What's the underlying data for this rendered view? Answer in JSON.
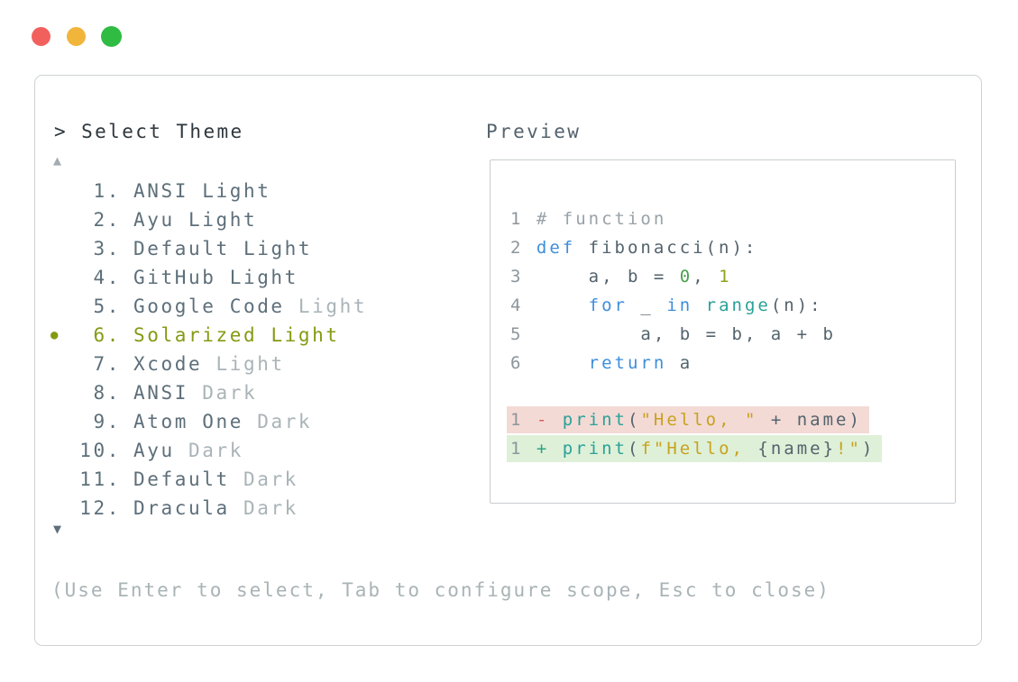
{
  "window_controls": {
    "buttons": [
      {
        "name": "close",
        "color": "#f2605e"
      },
      {
        "name": "minimize",
        "color": "#f1b53b"
      },
      {
        "name": "zoom",
        "color": "#30bb43"
      }
    ]
  },
  "picker": {
    "title": "> Select Theme",
    "scroll_up": "▲",
    "scroll_down": "▼",
    "selected_bullet": "●",
    "help": "(Use Enter to select, Tab to configure scope, Esc to close)",
    "items": [
      {
        "num": "1.",
        "name": "ANSI",
        "variant": "Light",
        "dimmed": false,
        "selected": false
      },
      {
        "num": "2.",
        "name": "Ayu",
        "variant": "Light",
        "dimmed": false,
        "selected": false
      },
      {
        "num": "3.",
        "name": "Default",
        "variant": "Light",
        "dimmed": false,
        "selected": false
      },
      {
        "num": "4.",
        "name": "GitHub",
        "variant": "Light",
        "dimmed": false,
        "selected": false
      },
      {
        "num": "5.",
        "name": "Google Code",
        "variant": "Light",
        "dimmed": true,
        "selected": false
      },
      {
        "num": "6.",
        "name": "Solarized",
        "variant": "Light",
        "dimmed": false,
        "selected": true
      },
      {
        "num": "7.",
        "name": "Xcode",
        "variant": "Light",
        "dimmed": true,
        "selected": false
      },
      {
        "num": "8.",
        "name": "ANSI",
        "variant": "Dark",
        "dimmed": true,
        "selected": false
      },
      {
        "num": "9.",
        "name": "Atom One",
        "variant": "Dark",
        "dimmed": true,
        "selected": false
      },
      {
        "num": "10.",
        "name": "Ayu",
        "variant": "Dark",
        "dimmed": true,
        "selected": false
      },
      {
        "num": "11.",
        "name": "Default",
        "variant": "Dark",
        "dimmed": true,
        "selected": false
      },
      {
        "num": "12.",
        "name": "Dracula",
        "variant": "Dark",
        "dimmed": true,
        "selected": false
      }
    ],
    "selected_theme": "Solarized Light",
    "accent_color": "#839b12"
  },
  "preview": {
    "label": "Preview",
    "code": {
      "lines": [
        {
          "no": "1",
          "tokens": [
            [
              "c",
              "# function"
            ]
          ]
        },
        {
          "no": "2",
          "tokens": [
            [
              "k",
              "def"
            ],
            [
              "p",
              " fibonacci(n):"
            ]
          ]
        },
        {
          "no": "3",
          "tokens": [
            [
              "p",
              "    a, b = "
            ],
            [
              "n0",
              "0"
            ],
            [
              "p",
              ", "
            ],
            [
              "n1",
              "1"
            ]
          ]
        },
        {
          "no": "4",
          "tokens": [
            [
              "p",
              "    "
            ],
            [
              "k",
              "for"
            ],
            [
              "p",
              " _ "
            ],
            [
              "k",
              "in"
            ],
            [
              "p",
              " "
            ],
            [
              "b",
              "range"
            ],
            [
              "p",
              "(n):"
            ]
          ]
        },
        {
          "no": "5",
          "tokens": [
            [
              "p",
              "        a, b = b, a + b"
            ]
          ]
        },
        {
          "no": "6",
          "tokens": [
            [
              "p",
              "    "
            ],
            [
              "k",
              "return"
            ],
            [
              "p",
              " a"
            ]
          ]
        }
      ],
      "diff": [
        {
          "no": "1",
          "sign": "-",
          "sign_cls": "minus",
          "bg": "removed",
          "tokens": [
            [
              "b",
              "print"
            ],
            [
              "p",
              "("
            ],
            [
              "s",
              "\"Hello, \""
            ],
            [
              "p",
              " + name)"
            ]
          ]
        },
        {
          "no": "1",
          "sign": "+",
          "sign_cls": "plus",
          "bg": "added",
          "tokens": [
            [
              "b",
              "print"
            ],
            [
              "p",
              "("
            ],
            [
              "s",
              "f\"Hello, "
            ],
            [
              "p",
              "{name}"
            ],
            [
              "s",
              "!\""
            ],
            [
              "p",
              ")"
            ]
          ]
        }
      ],
      "syntax_colors": {
        "keyword": "#3d8edb",
        "builtin": "#2aa198",
        "string": "#c8a21f",
        "comment": "#98a2a9",
        "number_zero": "#4aa14e",
        "number_one": "#8ba31f",
        "diff_removed_bg": "#f3dad5",
        "diff_added_bg": "#def0d8",
        "diff_minus": "#e05b5b",
        "diff_plus": "#2fa380"
      }
    }
  }
}
